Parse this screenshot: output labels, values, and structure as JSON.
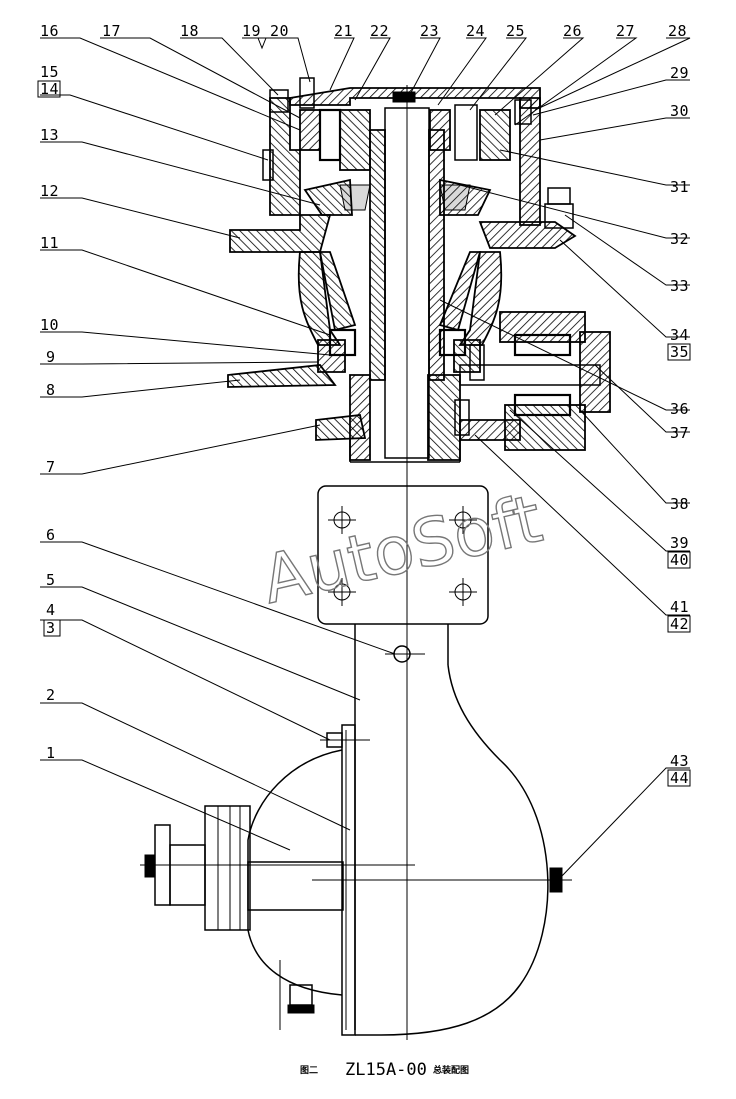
{
  "part_labels": {
    "left": [
      "16",
      "17",
      "18",
      "19",
      "20",
      "15",
      "14",
      "13",
      "12",
      "11",
      "10",
      "9",
      "8",
      "7",
      "6",
      "5",
      "4",
      "3",
      "2",
      "1"
    ],
    "top": [
      "21",
      "22",
      "23",
      "24",
      "25",
      "26",
      "27",
      "28"
    ],
    "right": [
      "29",
      "30",
      "31",
      "32",
      "33",
      "34",
      "35",
      "36",
      "37",
      "38",
      "39",
      "40",
      "41",
      "42",
      "43",
      "44"
    ]
  },
  "watermark": "AutoSoft",
  "caption": {
    "prefix": "图二",
    "code": "ZL15A-00",
    "suffix": "总装配图"
  }
}
